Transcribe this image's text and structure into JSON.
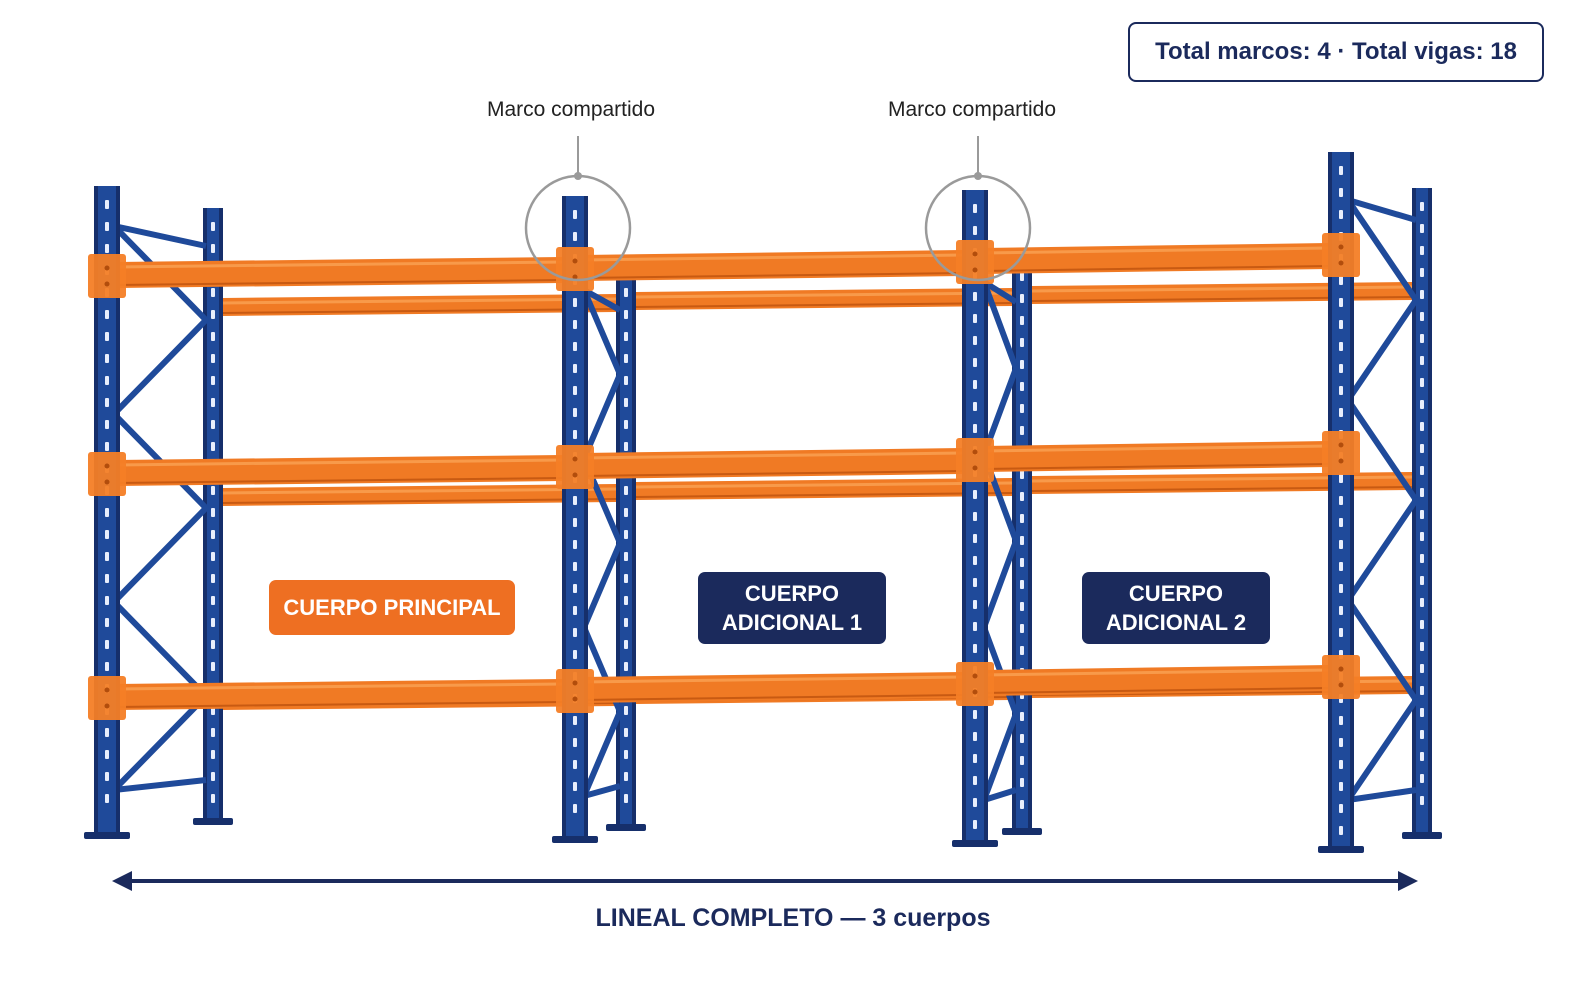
{
  "summary": {
    "label": "Total marcos: 4 · Total vigas: 18"
  },
  "callouts": [
    {
      "label": "Marco compartido"
    },
    {
      "label": "Marco compartido"
    }
  ],
  "bodies": [
    {
      "label": "CUERPO PRINCIPAL",
      "color": "#ee6f22"
    },
    {
      "label": "CUERPO\nADICIONAL 1",
      "color": "#1b2a5c"
    },
    {
      "label": "CUERPO\nADICIONAL 2",
      "color": "#1b2a5c"
    }
  ],
  "footer": {
    "label": "LINEAL COMPLETO",
    "dash": "—",
    "count": "3 cuerpos"
  },
  "colors": {
    "upright": "#1f4a9a",
    "upright_dark": "#162f6b",
    "beam": "#f07a24",
    "beam_light": "#f89a4a",
    "navy": "#1b2a5c"
  }
}
